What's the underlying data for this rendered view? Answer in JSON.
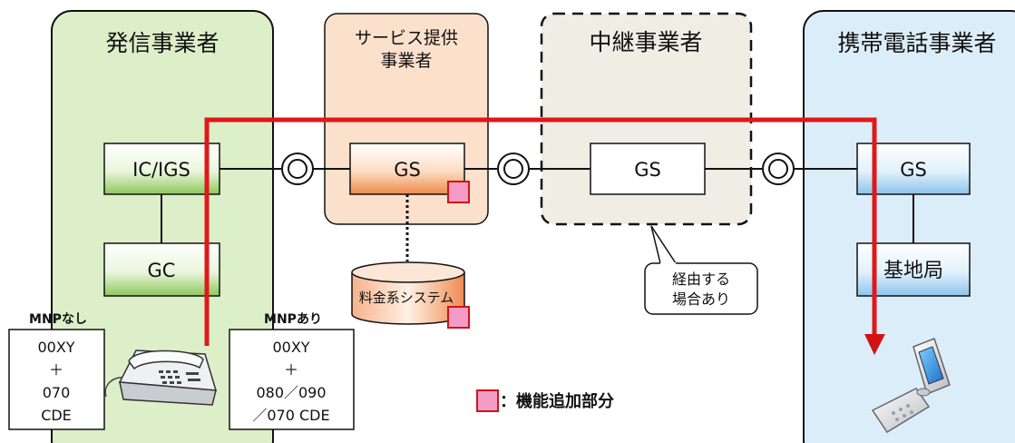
{
  "columns": {
    "originator": "発信事業者",
    "service_line1": "サービス提供",
    "service_line2": "事業者",
    "transit": "中継事業者",
    "mobile": "携帯電話事業者"
  },
  "nodes": {
    "ic_igs": "IC/IGS",
    "gc": "GC",
    "gs_service": "GS",
    "gs_transit": "GS",
    "gs_mobile": "GS",
    "base_station": "基地局",
    "billing_system": "料金系システム"
  },
  "callout": {
    "line1": "経由する",
    "line2": "場合あり"
  },
  "mnp_none": {
    "title": "MNPなし",
    "lines": [
      "00XY",
      "＋",
      "070",
      "CDE"
    ]
  },
  "mnp_with": {
    "title": "MNPあり",
    "lines": [
      "00XY",
      "＋",
      "080／090",
      "／070 CDE"
    ]
  },
  "legend": {
    "label": "：機能追加部分"
  },
  "colors": {
    "green_zone": "#dcefc8",
    "orange_zone": "#fbe0cc",
    "transit_zone": "#efede4",
    "blue_zone": "#dcedfa",
    "call_path": "#e01818",
    "added_function": "#f59cc6"
  }
}
